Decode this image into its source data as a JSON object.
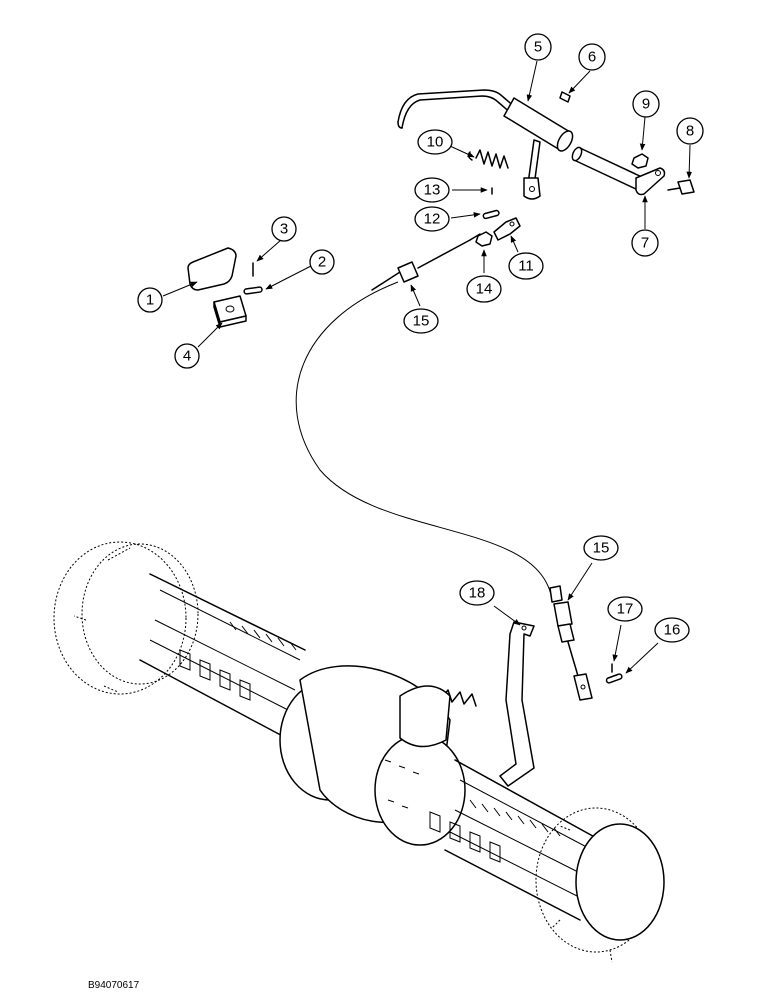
{
  "figure_code": "B94070617",
  "callouts": [
    {
      "label": "1"
    },
    {
      "label": "2"
    },
    {
      "label": "3"
    },
    {
      "label": "4"
    },
    {
      "label": "5"
    },
    {
      "label": "6"
    },
    {
      "label": "7"
    },
    {
      "label": "8"
    },
    {
      "label": "9"
    },
    {
      "label": "10"
    },
    {
      "label": "11"
    },
    {
      "label": "12"
    },
    {
      "label": "13"
    },
    {
      "label": "14"
    },
    {
      "label": "15"
    },
    {
      "label": "15"
    },
    {
      "label": "16"
    },
    {
      "label": "17"
    },
    {
      "label": "18"
    }
  ]
}
